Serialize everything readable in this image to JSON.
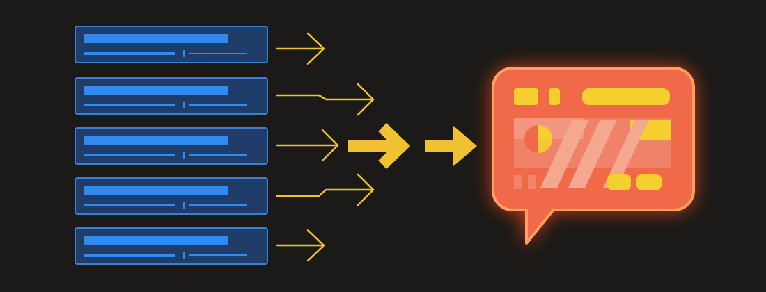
{
  "diagram": {
    "input_documents": [
      {
        "id": "doc-1"
      },
      {
        "id": "doc-2"
      },
      {
        "id": "doc-3"
      },
      {
        "id": "doc-4"
      },
      {
        "id": "doc-5"
      }
    ],
    "output": {
      "icon": "speech-bubble-icon"
    },
    "colors": {
      "background": "#1b1a18",
      "document_fill": "#1f3d68",
      "document_border": "#3a7fd6",
      "document_lines": "#2f8bf0",
      "arrow": "#f0c232",
      "bubble_fill": "#f06a4a",
      "bubble_glow": "#ff4a1a",
      "bubble_border": "#ffa060",
      "bubble_accent": "#f5cf2e"
    }
  }
}
